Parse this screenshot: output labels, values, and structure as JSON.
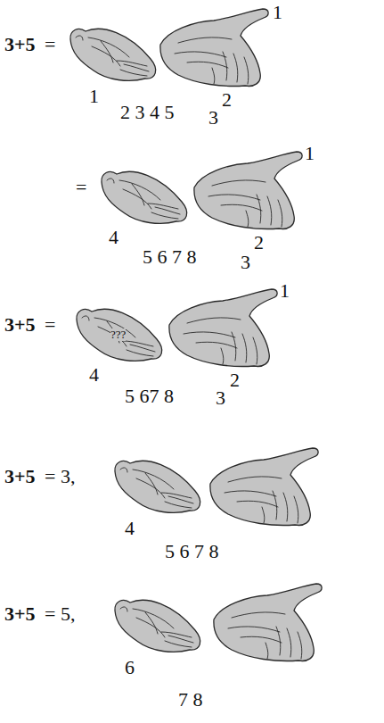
{
  "diagram": {
    "labels": [
      "3+5",
      "=",
      "1",
      "1",
      "2 3 4 5",
      "3",
      "2",
      "=",
      "1",
      "4",
      "5 6 7 8",
      "3",
      "2",
      "3+5",
      "=",
      "1",
      "4",
      "???",
      "5 67 8",
      "3",
      "2",
      "3+5",
      "= 3,",
      "4",
      "5 6 7 8",
      "3+5",
      "= 5,",
      "6",
      "7 8"
    ]
  }
}
